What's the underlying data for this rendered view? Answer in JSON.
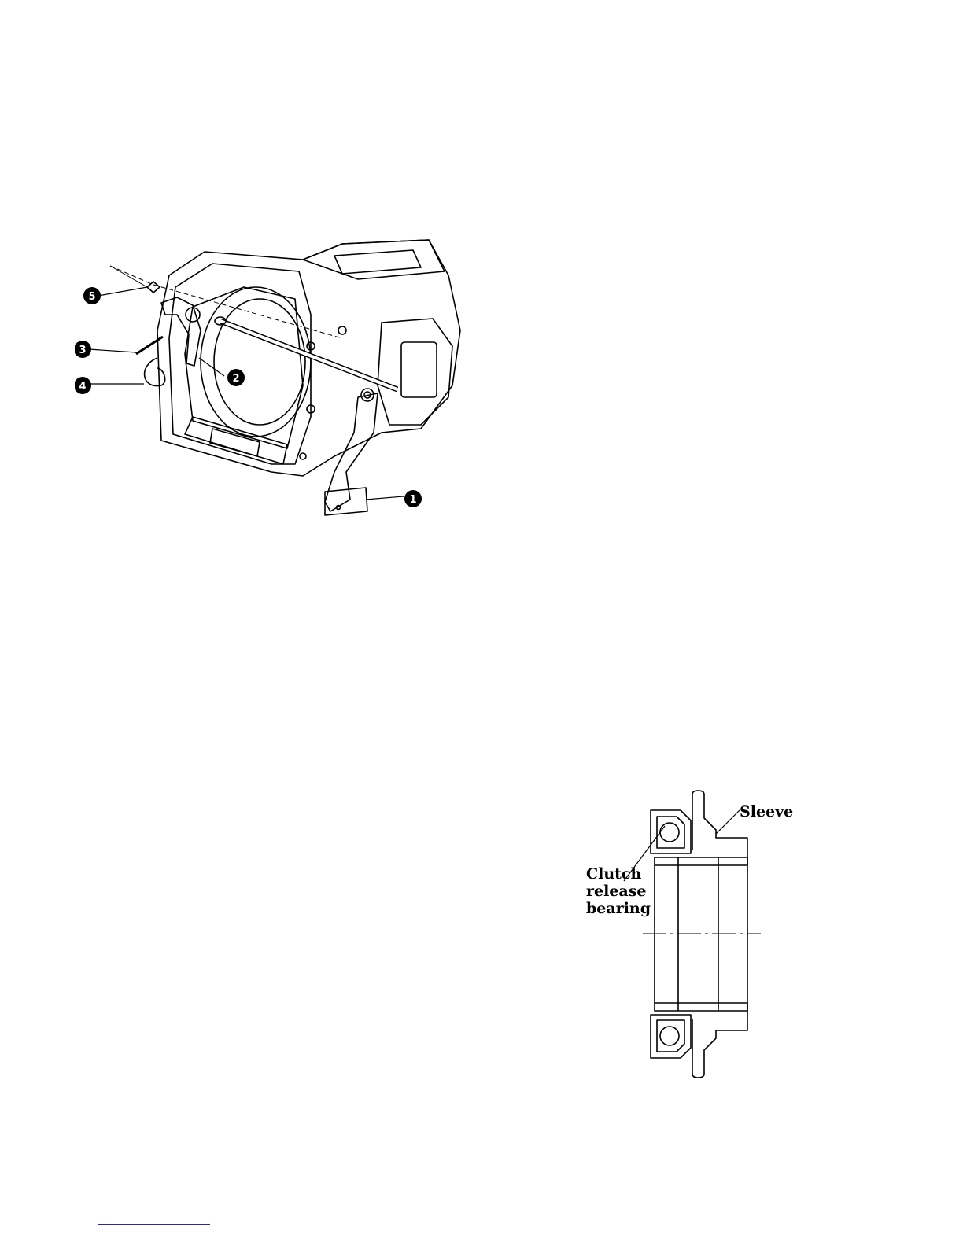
{
  "figure_housing": {
    "callouts": [
      "1",
      "2",
      "3",
      "4",
      "5"
    ]
  },
  "figure_bearing": {
    "labels": {
      "sleeve": "Sleeve",
      "bearing_line1": "Clutch",
      "bearing_line2": "release",
      "bearing_line3": "bearing"
    }
  },
  "colors": {
    "ink": "#000000",
    "paper": "#ffffff",
    "footer_rule": "#2a2a9a"
  }
}
